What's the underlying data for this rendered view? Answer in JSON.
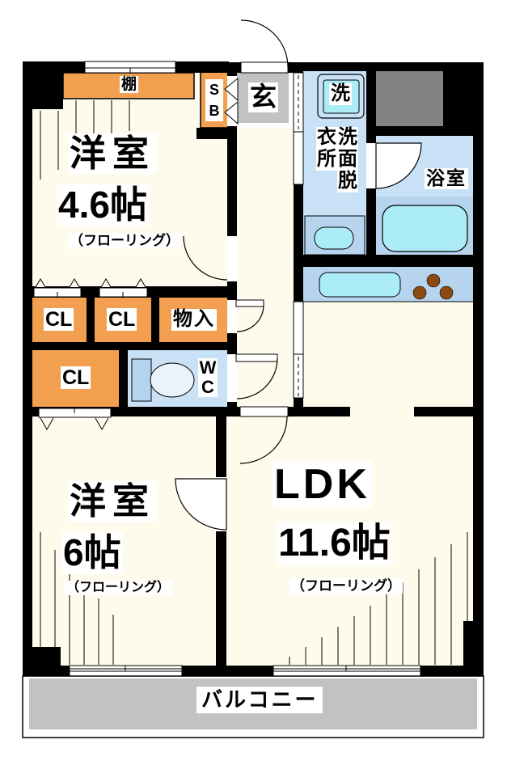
{
  "floorplan": {
    "rooms": {
      "western_room_1": {
        "name": "洋室",
        "size": "4.6帖",
        "floor_note": "（フローリング）"
      },
      "western_room_2": {
        "name": "洋室",
        "size": "6帖",
        "floor_note": "（フローリング）"
      },
      "ldk": {
        "name": "LDK",
        "size": "11.6帖",
        "floor_note": "（フローリング）"
      },
      "entrance": {
        "label": "玄"
      },
      "washroom": {
        "label_col_right": "洗面脱",
        "label_col_left": "衣所"
      },
      "bathroom": {
        "label": "浴室"
      },
      "toilet": {
        "line1": "W",
        "line2": "C"
      },
      "balcony": {
        "label": "バルコニー"
      }
    },
    "storage": {
      "shelf": "棚",
      "shoe_box_line1": "S",
      "shoe_box_line2": "B",
      "closet_1": "CL",
      "closet_2": "CL",
      "closet_3": "CL",
      "storage_room": "物入"
    },
    "fixtures": {
      "washing_machine": "洗"
    },
    "colors": {
      "wall": "#000000",
      "floor_cream": "#fffbec",
      "closet_orange": "#f2a050",
      "water_room_blue": "#c9e1f6",
      "counter_blue": "#b7d4ef",
      "fixture_cyan": "#acecf6",
      "entrance_gray": "#c2c2c2",
      "shaft_gray": "#828282",
      "burner_brown": "#8b4a10"
    }
  }
}
